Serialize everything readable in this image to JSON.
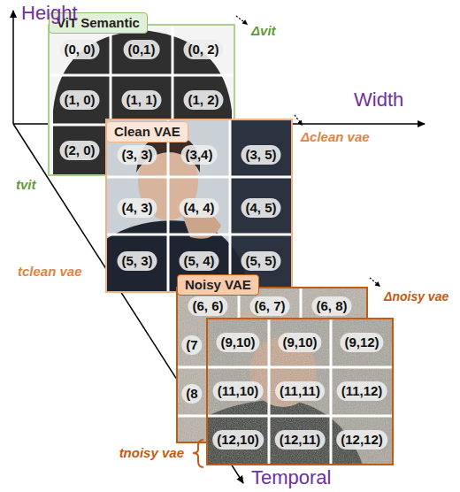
{
  "diagram": {
    "nodes": [
      {
        "text": [
          "ViT Semantic"
        ]
      },
      {
        "text": [
          "(0, 0)"
        ],
        "in": 0
      },
      {
        "text": [
          "(0,1)"
        ],
        "in": 0
      },
      {
        "text": [
          "(0, 2)"
        ],
        "in": 0
      },
      {
        "text": [
          "(1, 0)"
        ],
        "in": 0
      },
      {
        "text": [
          "(1, 1)"
        ],
        "in": 0
      },
      {
        "text": [
          "(1, 2)"
        ],
        "in": 0
      },
      {
        "text": [
          "(2, 0)"
        ],
        "in": 0
      },
      {
        "text": [
          "Clean VAE"
        ]
      },
      {
        "text": [
          "(3, 3)"
        ],
        "in": 8
      },
      {
        "text": [
          "(3,4)"
        ],
        "in": 8
      },
      {
        "text": [
          "(3, 5)"
        ],
        "in": 8
      },
      {
        "text": [
          "(4, 3)"
        ],
        "in": 8
      },
      {
        "text": [
          "(4, 4)"
        ],
        "in": 8
      },
      {
        "text": [
          "(4, 5)"
        ],
        "in": 8
      },
      {
        "text": [
          "(5, 3)"
        ],
        "in": 8
      },
      {
        "text": [
          "(5, 4)"
        ],
        "in": 8
      },
      {
        "text": [
          "(5, 5)"
        ],
        "in": 8
      },
      {
        "text": [
          "Noisy VAE"
        ]
      },
      {
        "text": [
          "(6, 6)"
        ],
        "in": 18
      },
      {
        "text": [
          "(6, 7)"
        ],
        "in": 18
      },
      {
        "text": [
          "(6, 8)"
        ],
        "in": 18
      },
      {
        "text": [
          "(7"
        ],
        "in": 18
      },
      {
        "text": [
          "(8"
        ],
        "in": 18
      },
      {
        "text": [
          "(9,10)"
        ],
        "in": 18
      },
      {
        "text": [
          "(9,10)"
        ],
        "in": 18
      },
      {
        "text": [
          "(9,12)"
        ],
        "in": 18
      },
      {
        "text": [
          "(11,10)"
        ],
        "in": 18
      },
      {
        "text": [
          "(11,11)"
        ],
        "in": 18
      },
      {
        "text": [
          "(11,12)"
        ],
        "in": 18
      },
      {
        "text": [
          "(12,10)"
        ],
        "in": 18
      },
      {
        "text": [
          "(12,11)"
        ],
        "in": 18
      },
      {
        "text": [
          "(12,12)"
        ],
        "in": 18
      }
    ],
    "labels": [
      "Height",
      "Width",
      "Temporal",
      "Δvit",
      "Δclean vae",
      "Δnoisy vae",
      "tvit",
      "tclean vae",
      "tnoisy vae"
    ]
  }
}
